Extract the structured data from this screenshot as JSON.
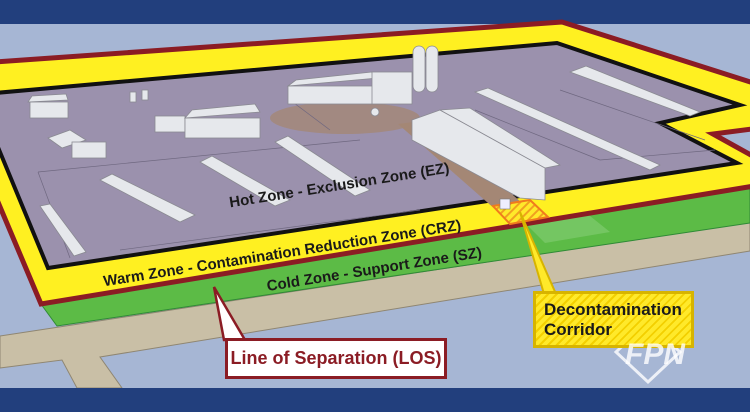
{
  "labels": {
    "hot_zone": "Hot Zone - Exclusion Zone (EZ)",
    "warm_zone": "Warm Zone - Contamination Reduction Zone (CRZ)",
    "cold_zone": "Cold Zone - Support Zone (SZ)",
    "line_of_separation": "Line of Separation (LOS)",
    "decon_line1": "Decontamination",
    "decon_line2": "Corridor"
  },
  "logo": "FPN",
  "colors": {
    "banner": "#223f7d",
    "background": "#a6b6d4",
    "hot_zone": "#9b91ad",
    "warm_zone": "#fff021",
    "cold_zone": "#5cbb46",
    "line_of_separation": "#8b1c24",
    "road": "#c9bfa6"
  }
}
